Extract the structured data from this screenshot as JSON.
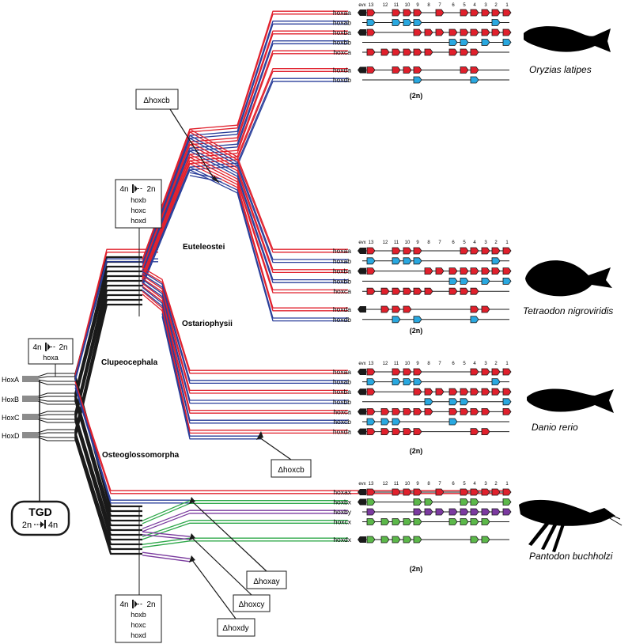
{
  "colors": {
    "red": "#e0202c",
    "blue": "#2a3e9a",
    "black": "#1a1a1a",
    "green": "#2ea84a",
    "purple": "#7a3a9e",
    "hox_red": "#e0202c",
    "hox_blue": "#29a8e0",
    "hox_green": "#5cb84a",
    "hox_purple": "#7b3aa0"
  },
  "ancestral_clusters": [
    "HoxA",
    "HoxB",
    "HoxC",
    "HoxD"
  ],
  "tgd": {
    "title": "TGD",
    "sub_left": "2n",
    "sub_right": "4n"
  },
  "rediploid_boxes": {
    "hoxa_box": {
      "left": "4n",
      "right": "2n",
      "genes": [
        "hoxa"
      ]
    },
    "upper_box": {
      "left": "4n",
      "right": "2n",
      "genes": [
        "hoxb",
        "hoxc",
        "hoxd"
      ]
    },
    "lower_box": {
      "left": "4n",
      "right": "2n",
      "genes": [
        "hoxb",
        "hoxc",
        "hoxd"
      ]
    }
  },
  "clades": {
    "clupeocephala": "Clupeocephala",
    "euteleostei": "Euteleostei",
    "ostariophysii": "Ostariophysii",
    "osteoglossomorpha": "Osteoglossomorpha"
  },
  "losses": {
    "hoxcb_upper": "Δhoxcb",
    "hoxcb_lower": "Δhoxcb",
    "hoxay": "Δhoxay",
    "hoxcy": "Δhoxcy",
    "hoxdy": "Δhoxdy"
  },
  "gene_header": [
    "evx",
    "13",
    "12",
    "11",
    "10",
    "9",
    "8",
    "7",
    "6",
    "5",
    "4",
    "3",
    "2",
    "1"
  ],
  "species": [
    {
      "name": "Oryzias latipes",
      "ploidy": "(2n)",
      "clusters": [
        {
          "label": "hoxaa",
          "color": "red",
          "evx": true,
          "genes": [
            "13",
            "11",
            "10",
            "9",
            "7",
            "5",
            "4",
            "3",
            "2",
            "1"
          ]
        },
        {
          "label": "hoxab",
          "color": "blue",
          "evx": false,
          "genes": [
            "13",
            "11",
            "10",
            "9",
            "2"
          ]
        },
        {
          "label": "hoxba",
          "color": "red",
          "evx": true,
          "genes": [
            "13",
            "9",
            "8",
            "7",
            "6",
            "5",
            "4",
            "3",
            "2",
            "1"
          ]
        },
        {
          "label": "hoxbb",
          "color": "blue",
          "evx": false,
          "genes": [
            "6",
            "5",
            "3",
            "1"
          ]
        },
        {
          "label": "hoxca",
          "color": "red",
          "evx": false,
          "genes": [
            "13",
            "12",
            "11",
            "10",
            "9",
            "8",
            "6",
            "5",
            "4"
          ]
        },
        {
          "label": "hoxda",
          "color": "red",
          "evx": true,
          "genes": [
            "13",
            "11",
            "10",
            "9",
            "5",
            "4"
          ]
        },
        {
          "label": "hoxdb",
          "color": "blue",
          "evx": false,
          "genes": [
            "9",
            "4"
          ]
        }
      ]
    },
    {
      "name": "Tetraodon nigroviridis",
      "ploidy": "(2n)",
      "clusters": [
        {
          "label": "hoxaa",
          "color": "red",
          "evx": true,
          "genes": [
            "13",
            "11",
            "10",
            "9",
            "5",
            "4",
            "3",
            "2",
            "1"
          ]
        },
        {
          "label": "hoxab",
          "color": "blue",
          "evx": false,
          "genes": [
            "13",
            "11",
            "10",
            "9",
            "2"
          ]
        },
        {
          "label": "hoxba",
          "color": "red",
          "evx": true,
          "genes": [
            "13",
            "8",
            "7",
            "6",
            "5",
            "4",
            "3",
            "2",
            "1"
          ]
        },
        {
          "label": "hoxbb",
          "color": "blue",
          "evx": false,
          "genes": [
            "6",
            "5",
            "3",
            "1"
          ]
        },
        {
          "label": "hoxca",
          "color": "red",
          "evx": false,
          "genes": [
            "13",
            "12",
            "11",
            "10",
            "9",
            "8",
            "6",
            "5",
            "4"
          ]
        },
        {
          "label": "hoxda",
          "color": "red",
          "evx": true,
          "genes": [
            "12",
            "11",
            "10",
            "4",
            "3"
          ]
        },
        {
          "label": "hoxdb",
          "color": "blue",
          "evx": false,
          "genes": [
            "11",
            "9",
            "4"
          ]
        }
      ]
    },
    {
      "name": "Danio rerio",
      "ploidy": "(2n)",
      "clusters": [
        {
          "label": "hoxaa",
          "color": "red",
          "evx": true,
          "genes": [
            "13",
            "11",
            "10",
            "9",
            "4",
            "3",
            "2",
            "1"
          ]
        },
        {
          "label": "hoxab",
          "color": "blue",
          "evx": false,
          "genes": [
            "13",
            "11",
            "10",
            "9",
            "2"
          ]
        },
        {
          "label": "hoxba",
          "color": "red",
          "evx": true,
          "genes": [
            "13",
            "9",
            "8",
            "7",
            "6",
            "5",
            "4",
            "3",
            "2",
            "1"
          ]
        },
        {
          "label": "hoxbb",
          "color": "blue",
          "evx": false,
          "genes": [
            "8",
            "6",
            "5",
            "1"
          ]
        },
        {
          "label": "hoxca",
          "color": "red",
          "evx": true,
          "genes": [
            "13",
            "12",
            "11",
            "10",
            "9",
            "8",
            "6",
            "5",
            "4",
            "3",
            "1"
          ]
        },
        {
          "label": "hoxcb",
          "color": "blue",
          "evx": false,
          "genes": [
            "13",
            "12",
            "11",
            "6"
          ]
        },
        {
          "label": "hoxda",
          "color": "red",
          "evx": true,
          "genes": [
            "13",
            "12",
            "11",
            "10",
            "9",
            "4",
            "3"
          ]
        }
      ]
    },
    {
      "name": "Pantodon buchholzi",
      "ploidy": "(2n)",
      "clusters": [
        {
          "label": "hoxax",
          "color": "red",
          "evx": true,
          "genes": [
            "13",
            "11",
            "10",
            "9",
            "7",
            "5",
            "4",
            "3",
            "2",
            "1"
          ]
        },
        {
          "label": "hoxbx",
          "color": "green",
          "evx": true,
          "genes": [
            "13",
            "9",
            "8",
            "5",
            "4",
            "1"
          ]
        },
        {
          "label": "hoxby",
          "color": "purple",
          "evx": false,
          "genes": [
            "13",
            "9",
            "8",
            "7",
            "6",
            "5",
            "4",
            "3",
            "2",
            "1"
          ]
        },
        {
          "label": "hoxcx",
          "color": "green",
          "evx": false,
          "genes": [
            "13",
            "12",
            "11",
            "10",
            "9",
            "6",
            "5",
            "4",
            "3"
          ]
        },
        {
          "label": "hoxdx",
          "color": "green",
          "evx": true,
          "genes": [
            "13",
            "12",
            "11",
            "10",
            "9",
            "4",
            "3"
          ]
        }
      ]
    }
  ]
}
